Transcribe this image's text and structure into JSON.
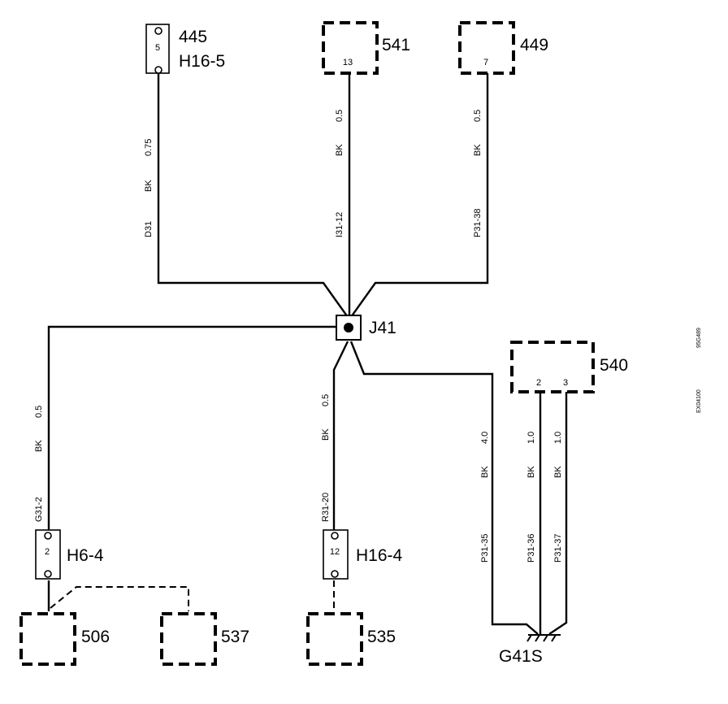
{
  "components": {
    "c445": {
      "number": "445",
      "pin": "5",
      "connector": "H16-5"
    },
    "c541": {
      "number": "541",
      "pin": "13"
    },
    "c449": {
      "number": "449",
      "pin": "7"
    },
    "j41": {
      "label": "J41"
    },
    "c540": {
      "number": "540",
      "pin_a": "2",
      "pin_b": "3"
    },
    "h6": {
      "pin": "2",
      "connector": "H6-4"
    },
    "h16_4": {
      "pin": "12",
      "connector": "H16-4"
    },
    "c506": {
      "number": "506"
    },
    "c537": {
      "number": "537"
    },
    "c535": {
      "number": "535"
    },
    "ground": {
      "label": "G41S"
    }
  },
  "wires": {
    "w1": {
      "size": "0.75",
      "color": "BK",
      "id": "D31"
    },
    "w2": {
      "size": "0.5",
      "color": "BK",
      "id": "I31-12"
    },
    "w3": {
      "size": "0.5",
      "color": "BK",
      "id": "P31-38"
    },
    "w4": {
      "size": "0.5",
      "color": "BK",
      "id": "G31-2"
    },
    "w5": {
      "size": "0.5",
      "color": "BK",
      "id": "R31-20"
    },
    "w6": {
      "size": "4.0",
      "color": "BK",
      "id": "P31-35"
    },
    "w7": {
      "size": "1.0",
      "color": "BK",
      "id": "P31-36"
    },
    "w8": {
      "size": "1.0",
      "color": "BK",
      "id": "P31-37"
    }
  },
  "side_codes": {
    "code1": "95G489",
    "code2": "EX04100"
  }
}
